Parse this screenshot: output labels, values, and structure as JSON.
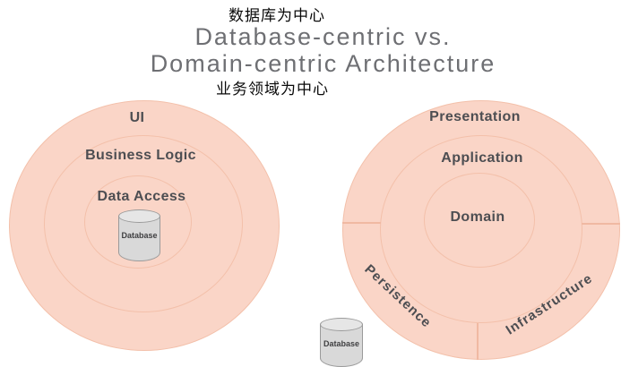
{
  "header": {
    "subtitle_top_zh": "数据库为中心",
    "title_line1": "Database-centric vs.",
    "title_line2": "Domain-centric Architecture",
    "subtitle_bottom_zh": "业务领域为中心"
  },
  "left_diagram": {
    "rings": [
      {
        "label": "UI"
      },
      {
        "label": "Business Logic"
      },
      {
        "label": "Data Access"
      }
    ],
    "center_icon": "database-cylinder-icon",
    "database_label": "Database"
  },
  "right_diagram": {
    "rings": [
      {
        "label": "Presentation"
      },
      {
        "label": "Application"
      }
    ],
    "center_label": "Domain",
    "outer_sections": [
      {
        "label": "Persistence",
        "rotation_deg": 43
      },
      {
        "label": "Infrastructure",
        "rotation_deg": -33
      }
    ],
    "external_icon": "database-cylinder-icon",
    "database_label": "Database"
  },
  "colors": {
    "circle_fill": "#fad5c7",
    "ring_stroke": "#f3c0aa",
    "divider_stroke": "#f0b9a2",
    "label_color": "#4d4e52",
    "title_color": "#6e6f73",
    "subtitle_color": "#0a0a0a",
    "cylinder_fill": "#d9d9d9",
    "cylinder_top_fill": "#e6e6e6",
    "cylinder_stroke": "#9a9a9a",
    "cylinder_label_color": "#3f3f41",
    "background": "#ffffff"
  }
}
